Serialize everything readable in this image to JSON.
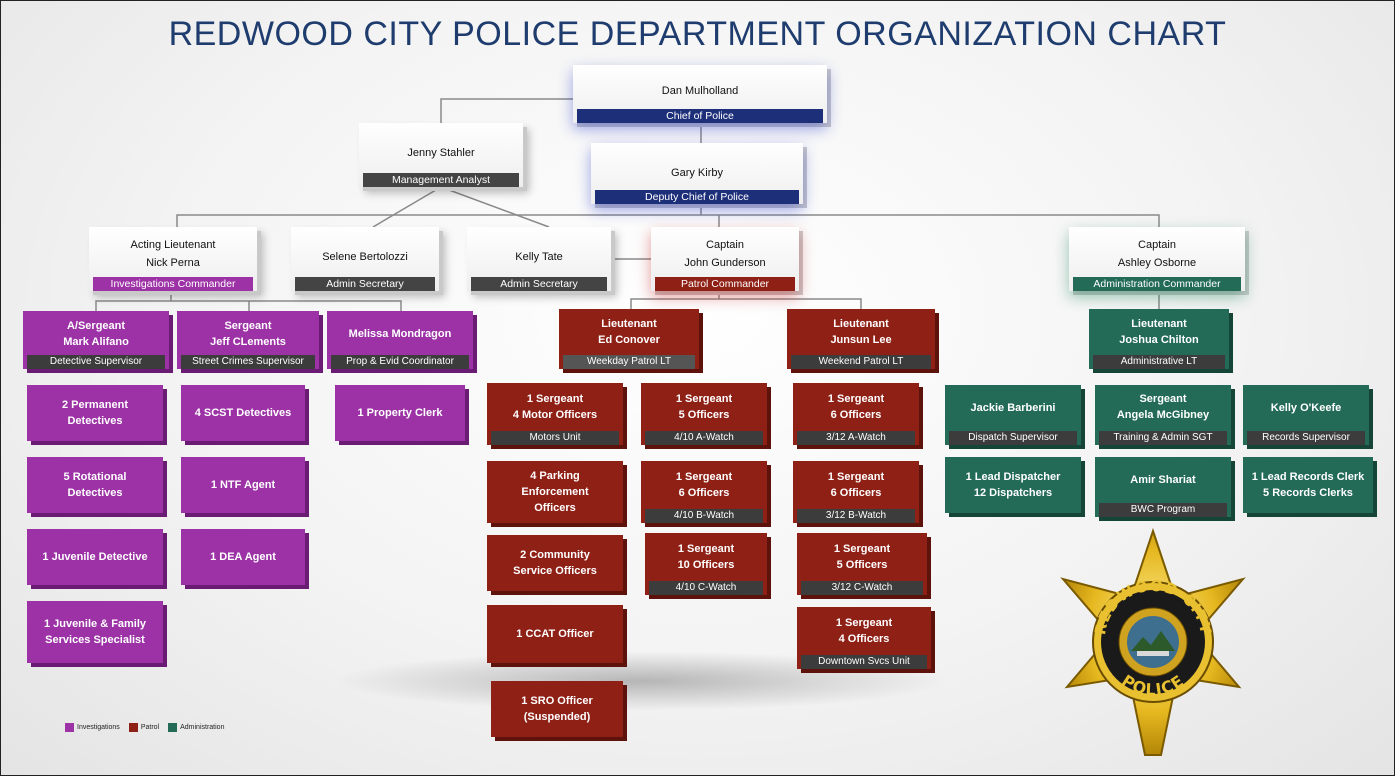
{
  "title": "REDWOOD CITY POLICE DEPARTMENT ORGANIZATION CHART",
  "colors": {
    "investigations": "#9c32a6",
    "patrol": "#8f2016",
    "administration": "#236b57",
    "title": "#1f3c6e"
  },
  "chief": {
    "name": "Dan Mulholland",
    "role": "Chief of Police"
  },
  "analyst": {
    "name": "Jenny Stahler",
    "role": "Management Analyst"
  },
  "deputy": {
    "name": "Gary Kirby",
    "role": "Deputy Chief of Police"
  },
  "inv_cmdr": {
    "rank": "Acting Lieutenant",
    "name": "Nick Perna",
    "role": "Investigations Commander"
  },
  "sec1": {
    "name": "Selene Bertolozzi",
    "role": "Admin Secretary"
  },
  "sec2": {
    "name": "Kelly Tate",
    "role": "Admin Secretary"
  },
  "patrol_cmdr": {
    "rank": "Captain",
    "name": "John Gunderson",
    "role": "Patrol Commander"
  },
  "admin_cmdr": {
    "rank": "Captain",
    "name": "Ashley Osborne",
    "role": "Administration Commander"
  },
  "inv": {
    "s1": {
      "l1": "A/Sergeant",
      "l2": "Mark Alifano",
      "role": "Detective Supervisor"
    },
    "s2": {
      "l1": "Sergeant",
      "l2": "Jeff CLements",
      "role": "Street Crimes Supervisor"
    },
    "s3": {
      "l1": "Melissa Mondragon",
      "role": "Prop & Evid Coordinator"
    },
    "c1a": "2 Permanent Detectives",
    "c1b": "5 Rotational Detectives",
    "c1c": "1 Juvenile Detective",
    "c1d": "1 Juvenile & Family Services Specialist",
    "c2a": "4 SCST Detectives",
    "c2b": "1 NTF Agent",
    "c2c": "1 DEA Agent",
    "c3a": "1 Property Clerk"
  },
  "patrol": {
    "lt1": {
      "l1": "Lieutenant",
      "l2": "Ed Conover",
      "role": "Weekday Patrol LT"
    },
    "lt2": {
      "l1": "Lieutenant",
      "l2": "Junsun Lee",
      "role": "Weekend Patrol LT"
    },
    "u1": {
      "l1": "1 Sergeant",
      "l2": "4 Motor Officers",
      "role": "Motors Unit"
    },
    "u2": "4 Parking Enforcement Officers",
    "u3": "2 Community Service Officers",
    "u4": "1 CCAT Officer",
    "u5": {
      "l1": "1 SRO Officer",
      "l2": "(Suspended)"
    },
    "w1": {
      "l1": "1 Sergeant",
      "l2": "5 Officers",
      "role": "4/10 A-Watch"
    },
    "w2": {
      "l1": "1 Sergeant",
      "l2": "6 Officers",
      "role": "4/10 B-Watch"
    },
    "w3": {
      "l1": "1 Sergeant",
      "l2": "10 Officers",
      "role": "4/10 C-Watch"
    },
    "w4": {
      "l1": "1 Sergeant",
      "l2": "6 Officers",
      "role": "3/12 A-Watch"
    },
    "w5": {
      "l1": "1 Sergeant",
      "l2": "6 Officers",
      "role": "3/12 B-Watch"
    },
    "w6": {
      "l1": "1 Sergeant",
      "l2": "5 Officers",
      "role": "3/12 C-Watch"
    },
    "w7": {
      "l1": "1 Sergeant",
      "l2": "4 Officers",
      "role": "Downtown Svcs Unit"
    }
  },
  "admin": {
    "lt": {
      "l1": "Lieutenant",
      "l2": "Joshua Chilton",
      "role": "Administrative LT"
    },
    "a1": {
      "l1": "Jackie Barberini",
      "role": "Dispatch Supervisor"
    },
    "a2": {
      "l1": "Sergeant",
      "l2": "Angela McGibney",
      "role": "Training & Admin SGT"
    },
    "a3": {
      "l1": "Kelly O'Keefe",
      "role": "Records Supervisor"
    },
    "a4": {
      "l1": "1 Lead Dispatcher",
      "l2": "12 Dispatchers"
    },
    "a5": {
      "l1": "Amir Shariat",
      "role": "BWC Program"
    },
    "a6": {
      "l1": "1 Lead Records Clerk",
      "l2": "5 Records Clerks"
    }
  },
  "badge": {
    "top": "REDWOOD CITY",
    "bottom": "POLICE"
  },
  "legend": {
    "inv": "Investigations",
    "patrol": "Patrol",
    "admin": "Administration"
  }
}
